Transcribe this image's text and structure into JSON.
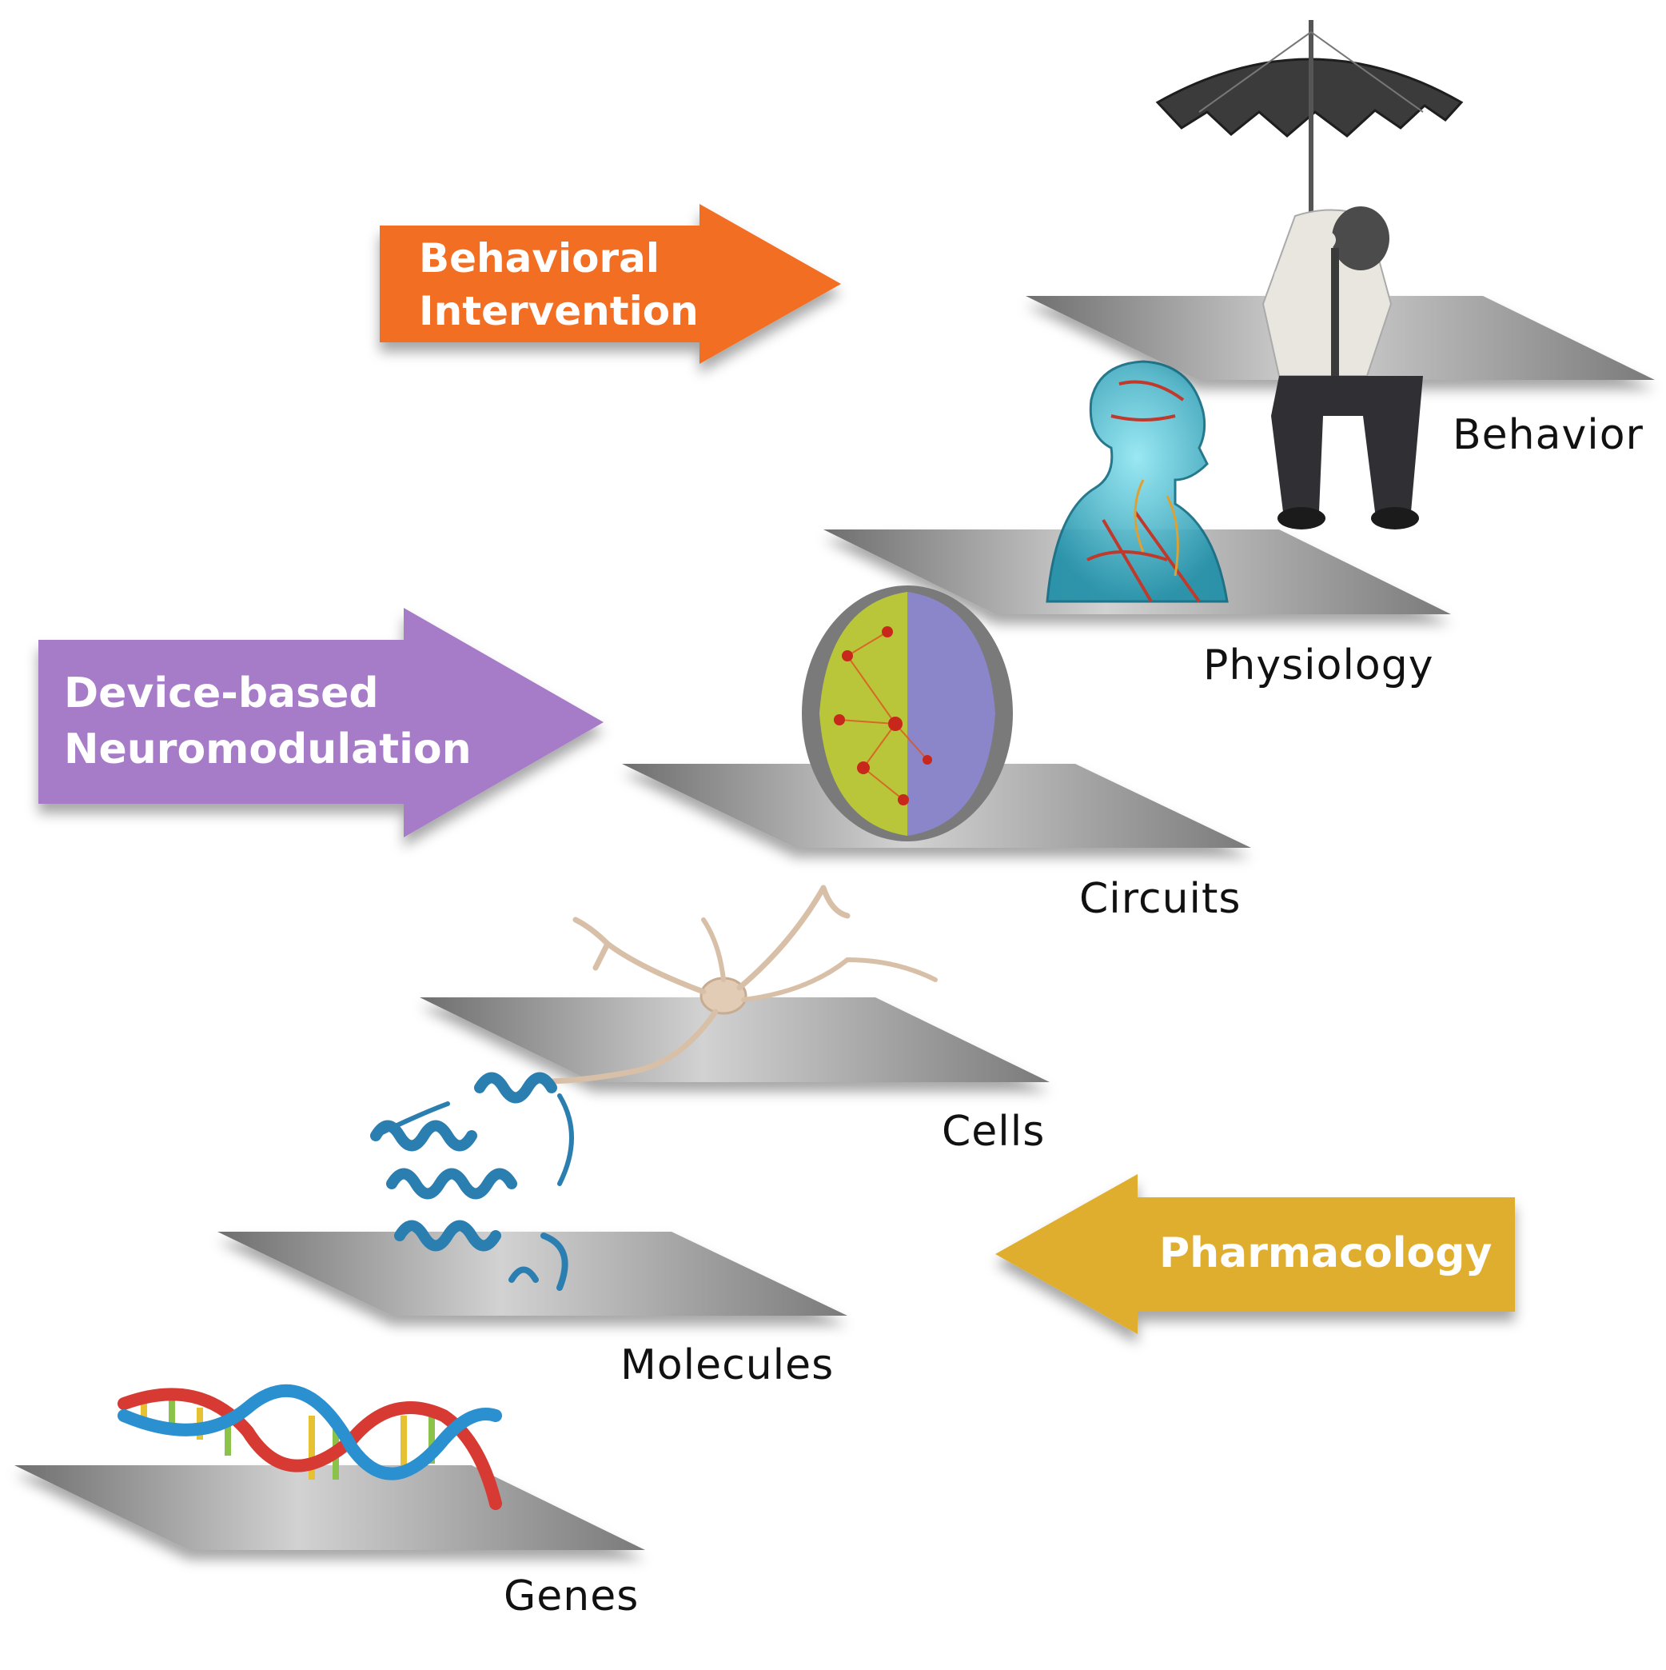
{
  "levels": [
    {
      "id": "behavior",
      "label": "Behavior",
      "image": "person-with-umbrella-icon"
    },
    {
      "id": "physiology",
      "label": "Physiology",
      "image": "human-body-icon"
    },
    {
      "id": "circuits",
      "label": "Circuits",
      "image": "brain-network-icon"
    },
    {
      "id": "cells",
      "label": "Cells",
      "image": "neuron-icon"
    },
    {
      "id": "molecules",
      "label": "Molecules",
      "image": "protein-icon"
    },
    {
      "id": "genes",
      "label": "Genes",
      "image": "dna-helix-icon"
    }
  ],
  "arrows": {
    "behavioral": {
      "line1": "Behavioral",
      "line2": "Intervention",
      "color": "#F26E22",
      "direction": "right"
    },
    "device": {
      "line1": "Device-based",
      "line2": "Neuromodulation",
      "color": "#A67BC9",
      "direction": "right"
    },
    "pharmacology": {
      "line1": "Pharmacology",
      "color": "#E0AE2F",
      "direction": "left"
    }
  },
  "colors": {
    "platform": "#9a9a9a",
    "label": "#111111"
  }
}
